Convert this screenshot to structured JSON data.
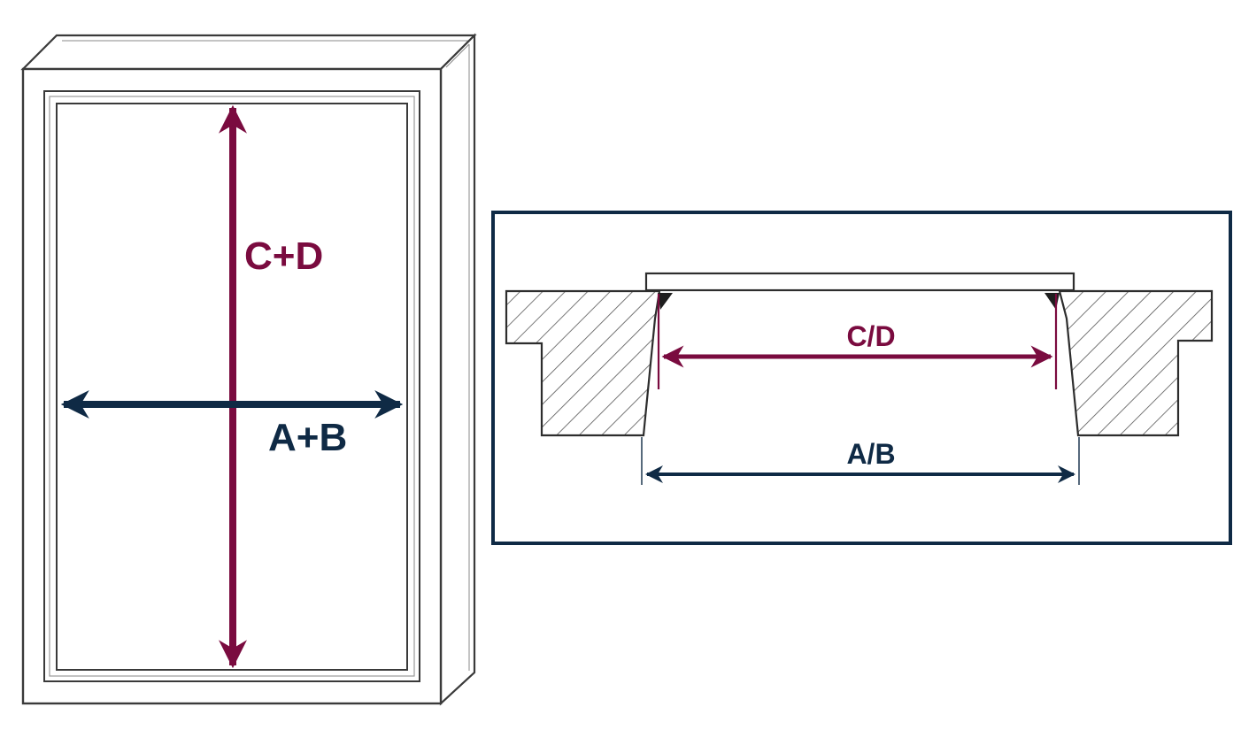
{
  "colors": {
    "navy": "#0f2a45",
    "maroon": "#7a0b3f",
    "outline": "#3a3a3a",
    "hatch": "#555555",
    "background": "#ffffff"
  },
  "frame_view": {
    "height_label": "C+D",
    "width_label": "A+B"
  },
  "section_view": {
    "inner_label": "C/D",
    "outer_label": "A/B"
  }
}
